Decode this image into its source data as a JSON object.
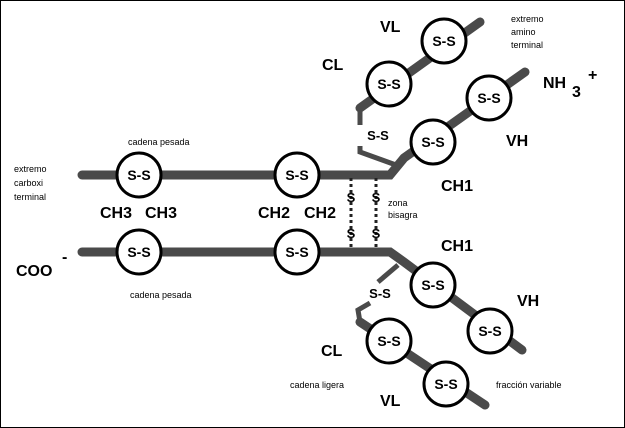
{
  "nodes": {
    "disulfide_label": "S-S"
  },
  "domains": {
    "vl_top": "VL",
    "cl_top": "CL",
    "vh_top": "VH",
    "ch1_top": "CH1",
    "ch3_left": "CH3",
    "ch3_right": "CH3",
    "ch2_left": "CH2",
    "ch2_right": "CH2",
    "ch1_bottom": "CH1",
    "vh_bottom": "VH",
    "cl_bottom": "CL",
    "vl_bottom": "VL"
  },
  "termini": {
    "amino_line1": "extremo",
    "amino_line2": "amino",
    "amino_line3": "terminal",
    "nh3": "NH",
    "nh3_sub": "3",
    "nh3_charge": "+",
    "carboxi_line1": "extremo",
    "carboxi_line2": "carboxi",
    "carboxi_line3": "terminal",
    "coo": "COO",
    "coo_charge": "-"
  },
  "labels": {
    "heavy_top": "cadena pesada",
    "heavy_bottom": "cadena pesada",
    "light": "cadena ligera",
    "variable": "fracción variable",
    "hinge_line1": "zona",
    "hinge_line2": "bisagra"
  },
  "bonds": {
    "interchain_top": "S-S",
    "interchain_bottom": "S-S",
    "hinge_s": "S"
  }
}
